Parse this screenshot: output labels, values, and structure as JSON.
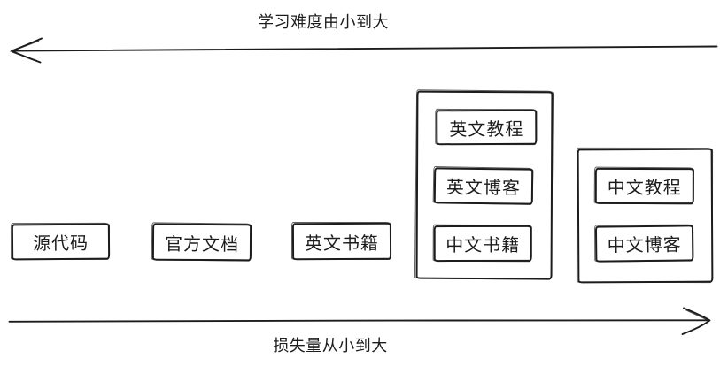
{
  "diagram": {
    "top_axis": {
      "label": "学习难度由小到大",
      "arrow_direction": "left"
    },
    "bottom_axis": {
      "label": "损失量从小到大",
      "arrow_direction": "right"
    },
    "standalone_boxes": [
      {
        "label": "源代码"
      },
      {
        "label": "官方文档"
      },
      {
        "label": "英文书籍"
      }
    ],
    "groups": [
      {
        "items": [
          {
            "label": "英文教程"
          },
          {
            "label": "英文博客"
          },
          {
            "label": "中文书籍"
          }
        ]
      },
      {
        "items": [
          {
            "label": "中文教程"
          },
          {
            "label": "中文博客"
          }
        ]
      }
    ],
    "colors": {
      "stroke": "#1c1c1c",
      "background": "#ffffff"
    }
  }
}
